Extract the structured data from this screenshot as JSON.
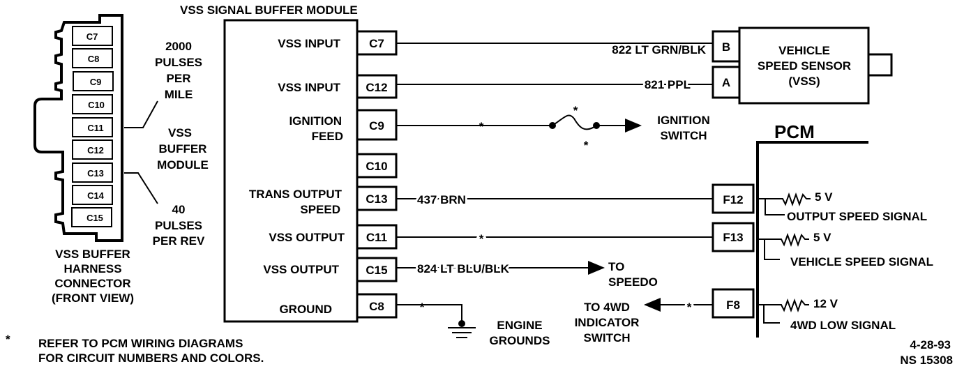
{
  "harness": {
    "pins": [
      "C7",
      "C8",
      "C9",
      "C10",
      "C11",
      "C12",
      "C13",
      "C14",
      "C15"
    ],
    "note_top": [
      "2000",
      "PULSES",
      "PER",
      "MILE"
    ],
    "note_mid": [
      "VSS",
      "BUFFER",
      "MODULE"
    ],
    "note_bottom": [
      "40",
      "PULSES",
      "PER REV"
    ],
    "caption": [
      "VSS BUFFER",
      "HARNESS",
      "CONNECTOR",
      "(FRONT VIEW)"
    ]
  },
  "module": {
    "title": "VSS SIGNAL BUFFER MODULE",
    "pins": [
      {
        "pin": "C7",
        "label": [
          "VSS INPUT"
        ]
      },
      {
        "pin": "C12",
        "label": [
          "VSS INPUT"
        ]
      },
      {
        "pin": "C9",
        "label": [
          "IGNITION",
          "FEED"
        ]
      },
      {
        "pin": "C10",
        "label": []
      },
      {
        "pin": "C13",
        "label": [
          "TRANS OUTPUT",
          "SPEED"
        ]
      },
      {
        "pin": "C11",
        "label": [
          "VSS OUTPUT"
        ]
      },
      {
        "pin": "C15",
        "label": [
          "VSS OUTPUT"
        ]
      },
      {
        "pin": "C8",
        "label": [
          "GROUND"
        ]
      }
    ]
  },
  "wires": {
    "c7": "822 LT GRN/BLK",
    "c12": "821 PPL",
    "c13": "437 BRN",
    "c15": "824 LT BLU/BLK",
    "asterisk": "*"
  },
  "vss": {
    "pins": [
      "B",
      "A"
    ],
    "label": [
      "VEHICLE",
      "SPEED SENSOR",
      "(VSS)"
    ]
  },
  "ignition_switch": [
    "IGNITION",
    "SWITCH"
  ],
  "speedo": [
    "TO",
    "SPEEDO"
  ],
  "engine_grounds": [
    "ENGINE",
    "GROUNDS"
  ],
  "indicator": [
    "TO 4WD",
    "INDICATOR",
    "SWITCH"
  ],
  "pcm": {
    "title": "PCM",
    "pins": [
      {
        "pin": "F12",
        "voltage": "5 V",
        "signal": "OUTPUT SPEED SIGNAL"
      },
      {
        "pin": "F13",
        "voltage": "5 V",
        "signal": "VEHICLE SPEED SIGNAL"
      },
      {
        "pin": "F8",
        "voltage": "12 V",
        "signal": "4WD LOW SIGNAL"
      }
    ]
  },
  "footnote": {
    "mark": "*",
    "lines": [
      "REFER TO PCM WIRING DIAGRAMS",
      "FOR CIRCUIT NUMBERS AND COLORS."
    ]
  },
  "stamp": [
    "4-28-93",
    "NS 15308"
  ]
}
